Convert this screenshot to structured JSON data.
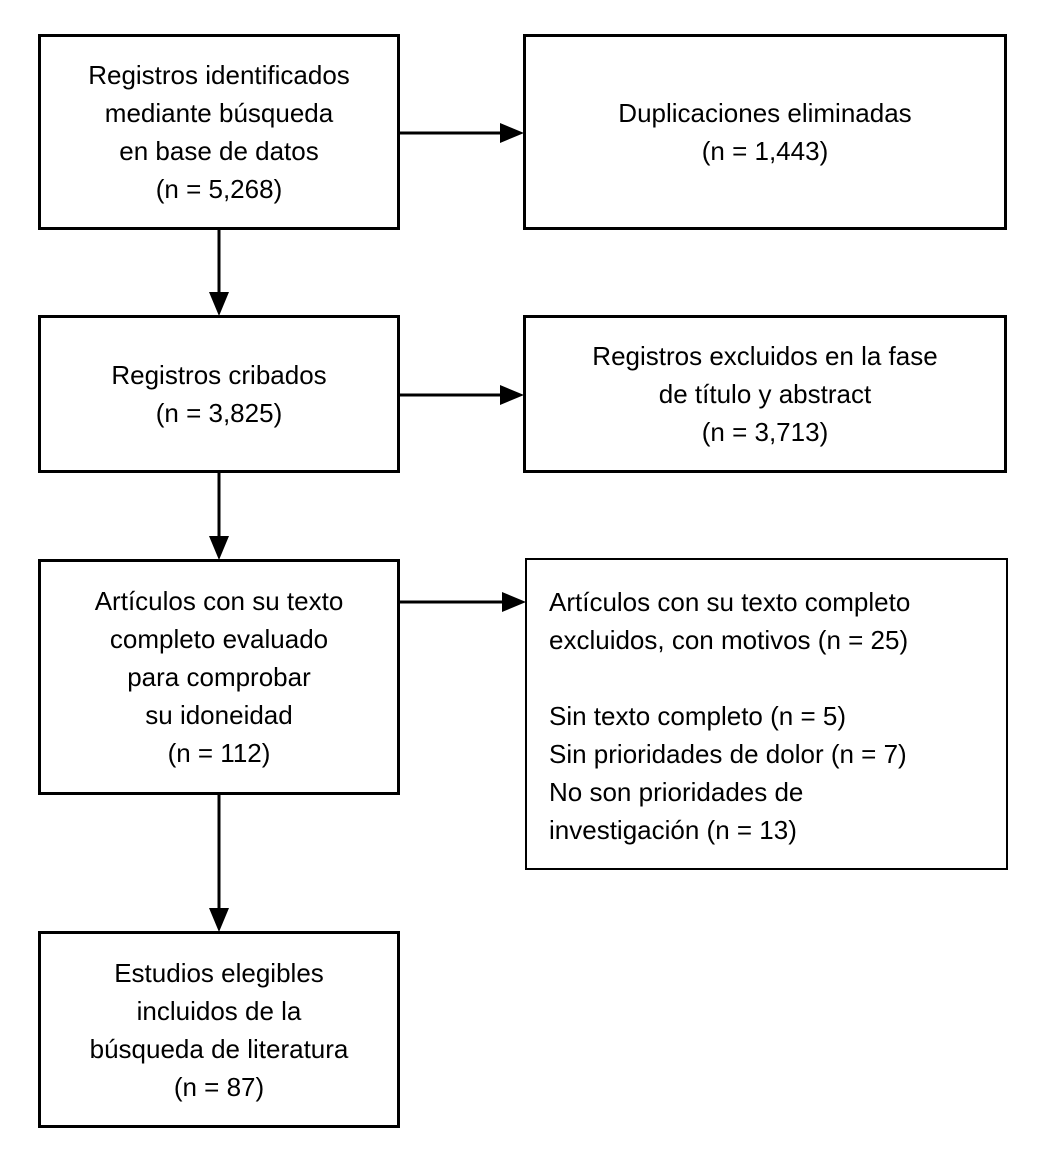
{
  "colors": {
    "background": "#ffffff",
    "box_border": "#000000",
    "text": "#000000",
    "arrow": "#000000"
  },
  "boxes": {
    "identified": {
      "lines": [
        "Registros identificados",
        "mediante búsqueda",
        "en base de datos",
        "(n = 5,268)"
      ]
    },
    "duplicates_removed": {
      "lines": [
        "Duplicaciones eliminadas",
        "(n = 1,443)"
      ]
    },
    "screened": {
      "lines": [
        "Registros cribados",
        "(n = 3,825)"
      ]
    },
    "excluded_title_abstract": {
      "lines": [
        "Registros excluidos en la fase",
        "de título y abstract",
        "(n = 3,713)"
      ]
    },
    "fulltext_assessed": {
      "lines": [
        "Artículos con su texto",
        "completo evaluado",
        "para comprobar",
        "su idoneidad",
        "(n = 112)"
      ]
    },
    "fulltext_excluded": {
      "lines": [
        "Artículos con su texto completo",
        "excluidos, con motivos (n = 25)",
        "",
        "Sin texto completo (n = 5)",
        "Sin prioridades de dolor (n = 7)",
        "No son prioridades de",
        "investigación (n = 13)"
      ]
    },
    "included": {
      "lines": [
        "Estudios elegibles",
        "incluidos de la",
        "búsqueda de literatura",
        "(n = 87)"
      ]
    }
  }
}
